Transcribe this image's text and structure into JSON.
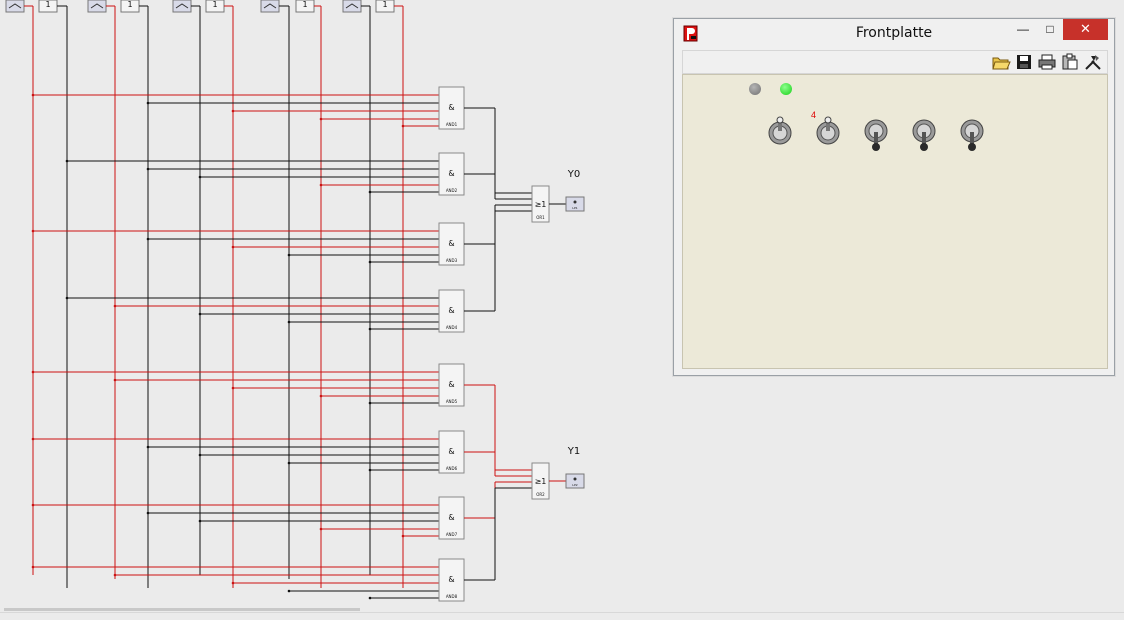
{
  "diagram": {
    "inputs": [
      {
        "switch": "",
        "const": "1",
        "const_name": ""
      },
      {
        "switch": "",
        "const": "1",
        "const_name": ""
      },
      {
        "switch": "",
        "const": "1",
        "const_name": ""
      },
      {
        "switch": "",
        "const": "1",
        "const_name": ""
      },
      {
        "switch": "",
        "const": "1",
        "const_name": ""
      }
    ],
    "and_symbol": "&",
    "or_symbol": "≥1",
    "and_gates": [
      "AND1",
      "AND2",
      "AND3",
      "AND4",
      "AND5",
      "AND6",
      "AND7",
      "AND8"
    ],
    "or_gates": [
      "OR1",
      "OR2"
    ],
    "outputs": [
      {
        "label": "Y0",
        "lamp_name": "LP1"
      },
      {
        "label": "Y1",
        "lamp_name": "LP2"
      }
    ],
    "colors": {
      "signal_high": "#cc1111",
      "signal_low": "#111111",
      "block_fill": "#f4f4f4",
      "block_border": "#8a8a8a"
    }
  },
  "window": {
    "title": "Frontplatte",
    "minimize_icon": "minimize-icon",
    "maximize_icon": "maximize-icon",
    "close_icon": "close-icon",
    "toolbar": [
      "open-folder-icon",
      "save-icon",
      "print-icon",
      "clipboard-icon",
      "tools-icon"
    ],
    "leds": [
      {
        "state": "off",
        "color": "#808080"
      },
      {
        "state": "on",
        "color": "#22dd22"
      }
    ],
    "switches": [
      "up",
      "up",
      "down",
      "down",
      "down"
    ],
    "marker": "4"
  }
}
